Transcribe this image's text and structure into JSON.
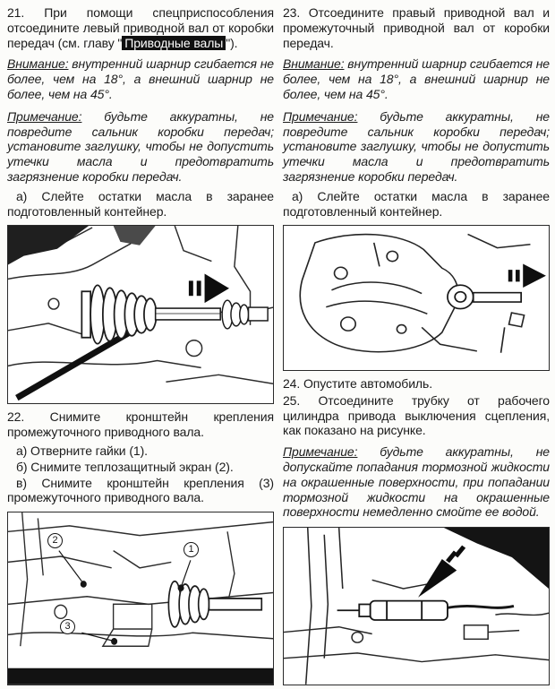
{
  "left": {
    "step21_before": "21. При помощи спецприспособления отсоедините левый приводной вал от коробки передач (см. главу \"",
    "step21_link": "Приводные валы",
    "step21_after": "\").",
    "warning_label": "Внимание:",
    "warning_text": "внутренний шарнир сгибается не более, чем на 18°, а внешний шарнир не более, чем на 45°.",
    "note_label": "Примечание:",
    "note_text": "будьте аккуратны, не повредите сальник коробки передач; установите заглушку, чтобы не допустить утечки масла и предотвратить загрязнение коробки передач.",
    "step21a": "а) Слейте остатки масла в заранее подготовленный контейнер.",
    "step22": "22. Снимите кронштейн крепления промежуточного приводного вала.",
    "step22a": "а) Отверните гайки (1).",
    "step22b": "б) Снимите теплозащитный экран (2).",
    "step22c": "в) Снимите кронштейн крепления (3) промежуточного приводного вала.",
    "fig2_callouts": [
      "1",
      "2",
      "3"
    ]
  },
  "right": {
    "step23": "23. Отсоедините правый приводной вал и промежуточный приводной вал от коробки передач.",
    "warning_label": "Внимание:",
    "warning_text": "внутренний шарнир сгибается не более, чем на 18°, а внешний шарнир не более, чем на 45°.",
    "note_label": "Примечание:",
    "note_text": "будьте аккуратны, не повредите сальник коробки передач; установите заглушку, чтобы не допустить утечки масла и предотвратить загрязнение коробки передач.",
    "step23a": "а) Слейте остатки масла в заранее подготовленный контейнер.",
    "step24": "24. Опустите автомобиль.",
    "step25": "25. Отсоедините трубку от рабочего цилиндра привода выключения сцепления, как показано на рисунке.",
    "note2_label": "Примечание:",
    "note2_text": "будьте аккуратны, не допускайте попадания тормозной жидкости на окрашенные поверхности, при попадании тормозной жидкости на окрашенные поверхности немедленно смойте ее водой."
  }
}
